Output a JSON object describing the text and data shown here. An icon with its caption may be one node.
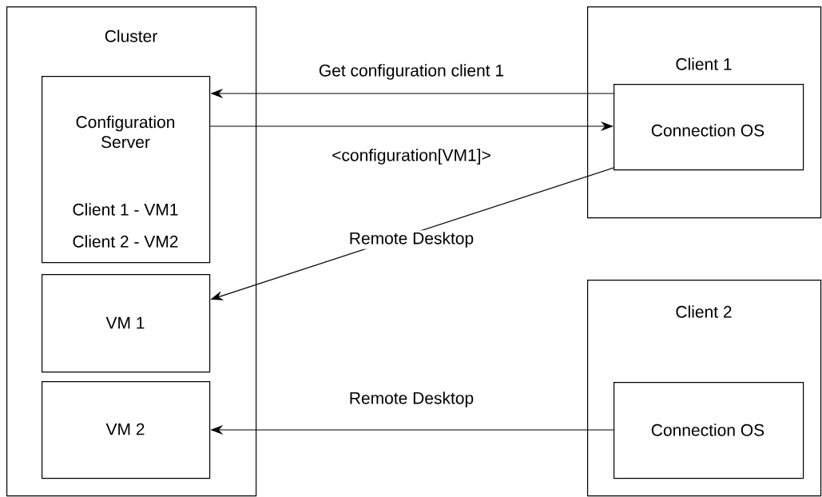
{
  "diagram": {
    "nodes": [
      {
        "text": [
          "Cluster"
        ]
      },
      {
        "text": [
          "Configuration Server",
          "Client 1 - VM1",
          "Client 2 - VM2"
        ],
        "in": 0
      },
      {
        "text": [
          "VM 1"
        ],
        "in": 0
      },
      {
        "text": [
          "VM 2"
        ],
        "in": 0
      },
      {
        "text": [
          "Client 1"
        ]
      },
      {
        "text": [
          "Connection OS"
        ],
        "in": 4
      },
      {
        "text": [
          "Client 2"
        ]
      },
      {
        "text": [
          "Connection OS"
        ],
        "in": 6
      }
    ],
    "edges": [
      {
        "from": 5,
        "to": 1,
        "arrow": "to",
        "label": "Get configuration client 1"
      },
      {
        "from": 1,
        "to": 5,
        "arrow": "to",
        "label": "<configuration[VM1]>"
      },
      {
        "from": 5,
        "to": 2,
        "arrow": "to",
        "label": "Remote Desktop"
      },
      {
        "from": 7,
        "to": 3,
        "arrow": "to",
        "label": "Remote Desktop"
      }
    ]
  }
}
